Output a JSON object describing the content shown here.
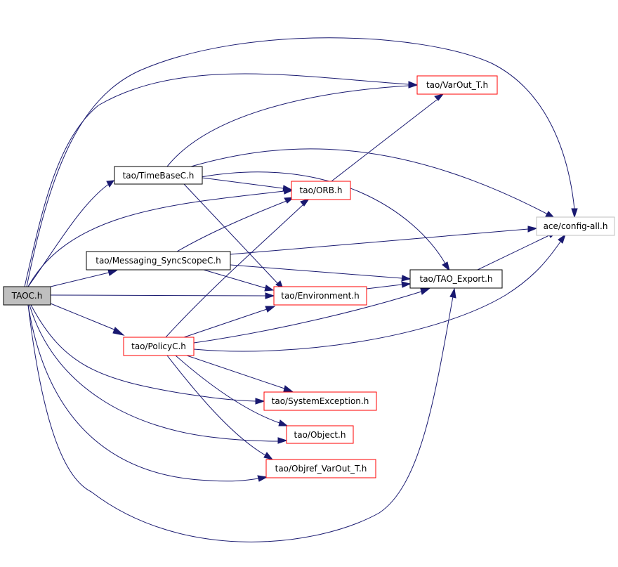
{
  "colors": {
    "edge": "#191970",
    "box_red": "#ff0000",
    "box_gray": "#bfbfbf",
    "box_black": "#000000",
    "root_fill": "#bfbfbf"
  },
  "nodes": {
    "taoc": {
      "label": "TAOC.h"
    },
    "timebase": {
      "label": "tao/TimeBaseC.h"
    },
    "messaging": {
      "label": "tao/Messaging_SyncScopeC.h"
    },
    "policy": {
      "label": "tao/PolicyC.h"
    },
    "varout": {
      "label": "tao/VarOut_T.h"
    },
    "orb": {
      "label": "tao/ORB.h"
    },
    "configall": {
      "label": "ace/config-all.h"
    },
    "taoexport": {
      "label": "tao/TAO_Export.h"
    },
    "environment": {
      "label": "tao/Environment.h"
    },
    "sysexc": {
      "label": "tao/SystemException.h"
    },
    "object": {
      "label": "tao/Object.h"
    },
    "objref": {
      "label": "tao/Objref_VarOut_T.h"
    }
  }
}
